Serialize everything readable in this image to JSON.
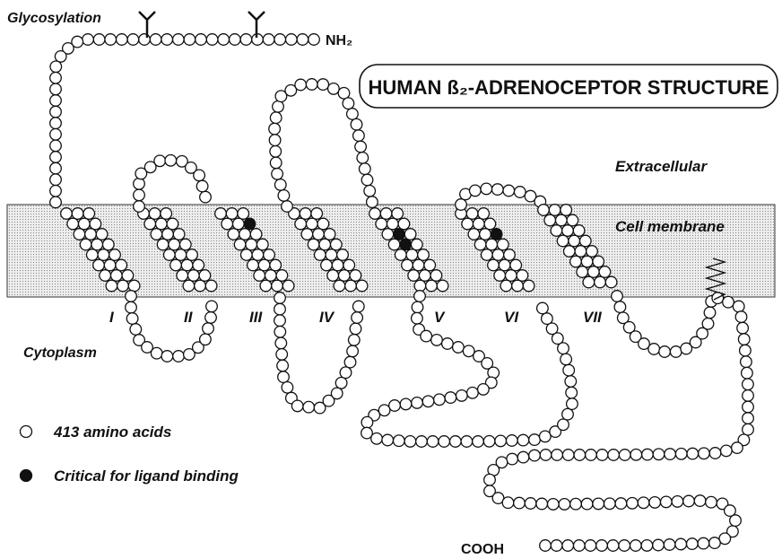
{
  "title": "HUMAN ß₂-ADRENOCEPTOR STRUCTURE",
  "labels": {
    "glycosylation": "Glycosylation",
    "nh2": "NH₂",
    "cooh": "COOH",
    "extracellular": "Extracellular",
    "cell_membrane": "Cell membrane",
    "cytoplasm": "Cytoplasm"
  },
  "helices": [
    "I",
    "II",
    "III",
    "IV",
    "V",
    "VI",
    "VII"
  ],
  "legend": {
    "amino_acids": "413 amino acids",
    "critical": "Critical for ligand binding"
  },
  "colors": {
    "membrane_fill": "#d9d9d9",
    "residue_fill": "#ffffff",
    "critical_fill": "#111111",
    "stroke": "#111111"
  }
}
